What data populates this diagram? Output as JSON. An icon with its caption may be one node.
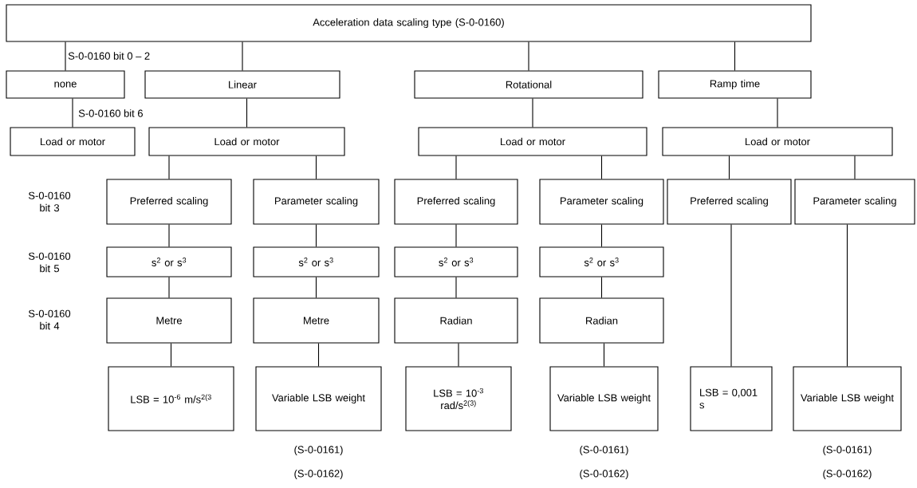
{
  "diagram": {
    "nodes": [
      {
        "text": [
          "Acceleration data scaling type (S-0-0160)"
        ]
      },
      {
        "text": [
          "none"
        ]
      },
      {
        "text": [
          "Linear"
        ]
      },
      {
        "text": [
          "Rotational"
        ]
      },
      {
        "text": [
          "Ramp time"
        ]
      },
      {
        "text": [
          "Load or motor"
        ]
      },
      {
        "text": [
          "Load or motor"
        ]
      },
      {
        "text": [
          "Load or motor"
        ]
      },
      {
        "text": [
          "Load or motor"
        ]
      },
      {
        "text": [
          "Preferred scaling"
        ]
      },
      {
        "text": [
          "Parameter scaling"
        ]
      },
      {
        "text": [
          "Preferred scaling"
        ]
      },
      {
        "text": [
          "Parameter scaling"
        ]
      },
      {
        "text": [
          "Preferred scaling"
        ]
      },
      {
        "text": [
          "Parameter scaling"
        ]
      },
      {
        "text": [
          "s$^{2}$ or s$^{3}$"
        ]
      },
      {
        "text": [
          "s$^{2}$ or s$^{3}$"
        ]
      },
      {
        "text": [
          "s$^{2}$ or s$^{3}$"
        ]
      },
      {
        "text": [
          "s$^{2}$ or s$^{3}$"
        ]
      },
      {
        "text": [
          "Metre"
        ]
      },
      {
        "text": [
          "Metre"
        ]
      },
      {
        "text": [
          "Radian"
        ]
      },
      {
        "text": [
          "Radian"
        ]
      },
      {
        "text": [
          "LSB = 10$^{-6}$ m/s$^{2(3}$"
        ]
      },
      {
        "text": [
          "Variable LSB weight"
        ],
        "beside": [
          "(S-0-0161)",
          "(S-0-0162)"
        ]
      },
      {
        "text": [
          "LSB = 10$^{-3}$ rad/s$^{2(3)}$"
        ]
      },
      {
        "text": [
          "Variable LSB weight"
        ],
        "beside": [
          "(S-0-0161)",
          "(S-0-0162)"
        ]
      },
      {
        "text": [
          "LSB = 0,001 s"
        ]
      },
      {
        "text": [
          "Variable LSB weight"
        ],
        "beside": [
          "(S-0-0161)",
          "(S-0-0162)"
        ]
      }
    ],
    "edges": [
      {
        "from": 0,
        "to": 1,
        "arrow": "none"
      },
      {
        "from": 0,
        "to": 2,
        "arrow": "none"
      },
      {
        "from": 0,
        "to": 3,
        "arrow": "none"
      },
      {
        "from": 0,
        "to": 4,
        "arrow": "none"
      },
      {
        "from": 1,
        "to": 5,
        "arrow": "none"
      },
      {
        "from": 2,
        "to": 6,
        "arrow": "none"
      },
      {
        "from": 3,
        "to": 7,
        "arrow": "none"
      },
      {
        "from": 4,
        "to": 8,
        "arrow": "none"
      },
      {
        "from": 6,
        "to": 9,
        "arrow": "none"
      },
      {
        "from": 6,
        "to": 10,
        "arrow": "none"
      },
      {
        "from": 7,
        "to": 11,
        "arrow": "none"
      },
      {
        "from": 7,
        "to": 12,
        "arrow": "none"
      },
      {
        "from": 8,
        "to": 13,
        "arrow": "none"
      },
      {
        "from": 8,
        "to": 14,
        "arrow": "none"
      },
      {
        "from": 9,
        "to": 15,
        "arrow": "none"
      },
      {
        "from": 10,
        "to": 16,
        "arrow": "none"
      },
      {
        "from": 11,
        "to": 17,
        "arrow": "none"
      },
      {
        "from": 12,
        "to": 18,
        "arrow": "none"
      },
      {
        "from": 15,
        "to": 19,
        "arrow": "none"
      },
      {
        "from": 16,
        "to": 20,
        "arrow": "none"
      },
      {
        "from": 17,
        "to": 21,
        "arrow": "none"
      },
      {
        "from": 18,
        "to": 22,
        "arrow": "none"
      },
      {
        "from": 19,
        "to": 23,
        "arrow": "none"
      },
      {
        "from": 20,
        "to": 24,
        "arrow": "none"
      },
      {
        "from": 21,
        "to": 25,
        "arrow": "none"
      },
      {
        "from": 22,
        "to": 26,
        "arrow": "none"
      },
      {
        "from": 13,
        "to": 27,
        "arrow": "none"
      },
      {
        "from": 14,
        "to": 28,
        "arrow": "none"
      }
    ],
    "labels": [
      "S-0-0160 bit 0 – 2",
      "S-0-0160 bit 6",
      "S-0-0160 bit 3",
      "S-0-0160 bit 5",
      "S-0-0160 bit 4"
    ]
  }
}
